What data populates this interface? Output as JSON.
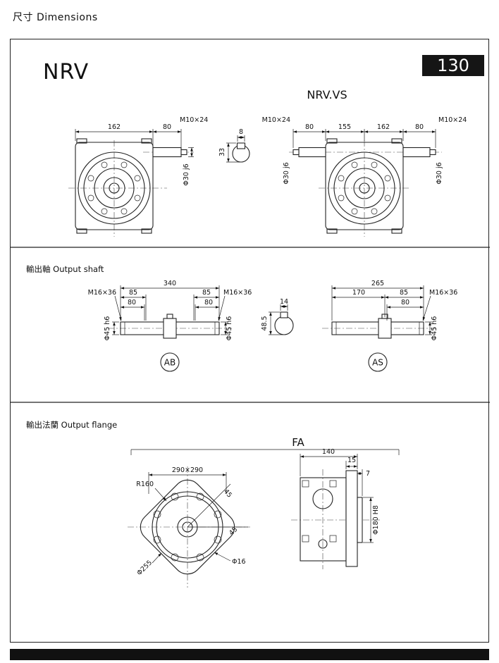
{
  "page": {
    "header": "尺寸 Dimensions",
    "model": "NRV",
    "size": "130",
    "variant": "NRV.VS"
  },
  "nrv": {
    "dim162": "162",
    "dim80": "80",
    "thread": "M10×24",
    "shaft_dia": "Φ30 j6",
    "key_w": "8",
    "key_h": "33"
  },
  "nrvvs": {
    "thread_l": "M10×24",
    "dim80_l": "80",
    "dim155": "155",
    "dim162": "162",
    "dim80_r": "80",
    "thread_r": "M10×24",
    "dia_l": "Φ30 j6",
    "dia_r": "Φ30 j6"
  },
  "shaft": {
    "title": "輸出軸 Output shaft",
    "ab": {
      "overall": "340",
      "d85": "85",
      "d80": "80",
      "thread": "M16×36",
      "dia": "Φ45 h6",
      "tag": "AB"
    },
    "key": {
      "w": "14",
      "h": "48.5"
    },
    "as": {
      "overall": "265",
      "d170": "170",
      "d85": "85",
      "d80": "80",
      "thread": "M16×36",
      "dia": "Φ45 h6",
      "tag": "AS"
    }
  },
  "flange": {
    "title": "輸出法蘭 Output flange",
    "fa": "FA",
    "front": {
      "square": "290×290",
      "radius": "R160",
      "angle": "45",
      "bolt_circle": "Φ255",
      "hole": "Φ16"
    },
    "side": {
      "d140": "140",
      "d15": "15",
      "d7": "7",
      "pilot": "Φ180 H8"
    }
  }
}
